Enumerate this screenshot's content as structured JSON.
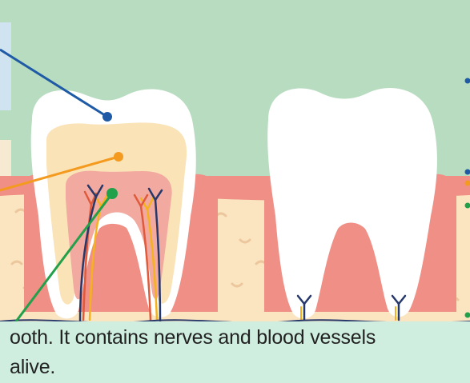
{
  "caption": {
    "line1": "ooth. It contains nerves and blood vessels",
    "line2": "alive."
  },
  "colors": {
    "background": "#b8dcc0",
    "gum": "#ef8f86",
    "gum_inner": "#fbd9b5",
    "bone": "#fbe5c1",
    "enamel": "#ffffff",
    "dentin": "#fbe3b8",
    "pulp": "#f2a9a0",
    "caption_bg": "#cfeee0",
    "label_line_blue": "#1e5aa5",
    "label_line_orange": "#f39a1f",
    "label_line_green": "#22a04a",
    "nerve_yellow": "#f5b21f",
    "vessel_red": "#e05a3b",
    "vessel_navy": "#27386b"
  },
  "icons": [
    "tooth-crown",
    "tooth-root",
    "nerve",
    "blood-vessel"
  ]
}
